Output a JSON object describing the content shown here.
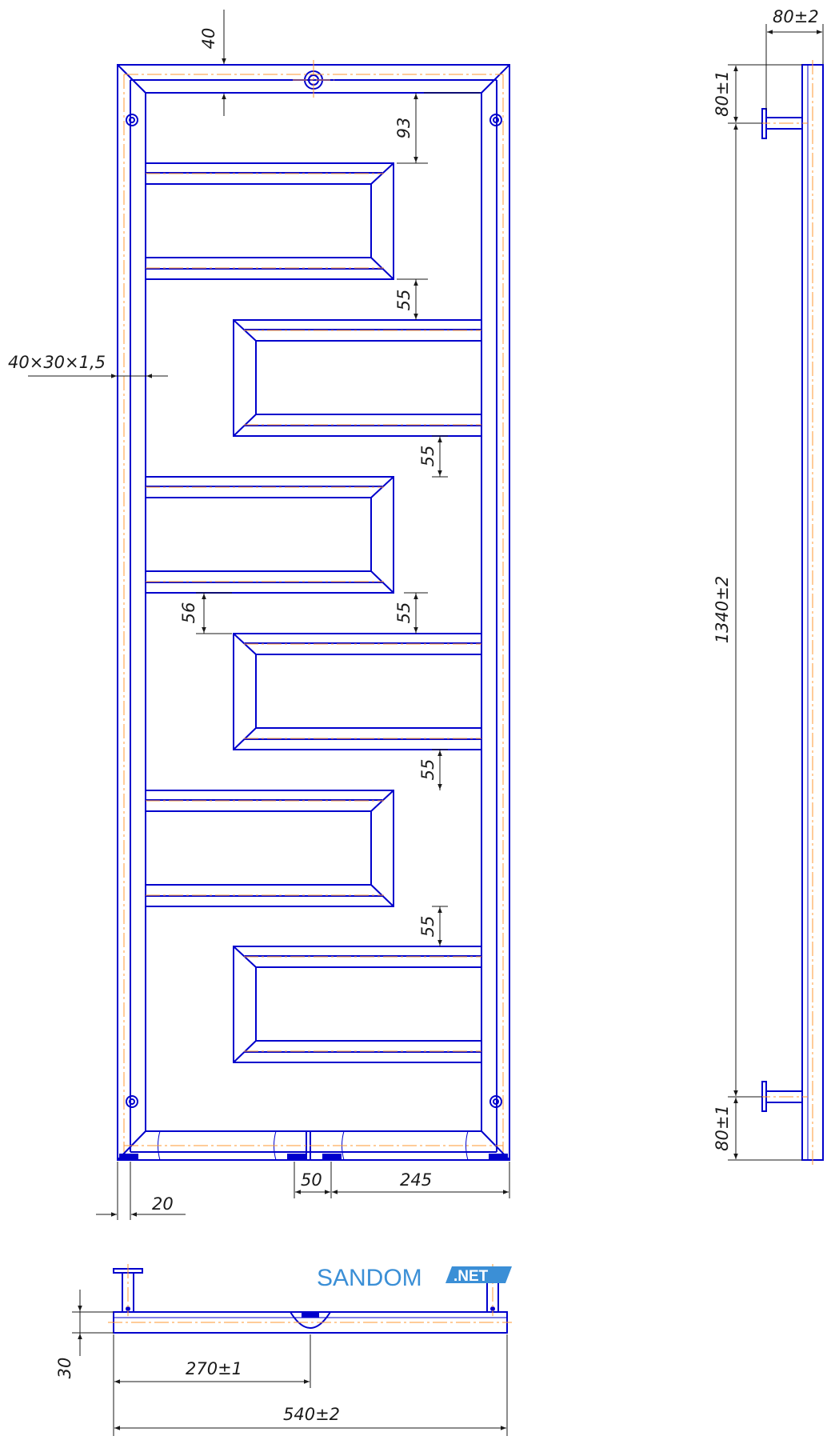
{
  "drawing": {
    "front_view": {
      "dimensions": {
        "top_frame": "40",
        "first_gap": "93",
        "profile": "40×30×1,5",
        "gaps": [
          "55",
          "55",
          "55",
          "55",
          "55"
        ],
        "left_gap": "56",
        "bottom_left": "20",
        "bottom_center": "50",
        "bottom_right": "245"
      }
    },
    "side_view": {
      "dimensions": {
        "depth": "80±2",
        "top_mount": "80±1",
        "height": "1340±2",
        "bottom_mount": "80±1"
      }
    },
    "bottom_view": {
      "dimensions": {
        "depth": "30",
        "half_width": "270±1",
        "width": "540±2"
      }
    },
    "watermark": {
      "brand": "SANDOM",
      "suffix": ".NET",
      "brand_color": "#3b8fd6"
    },
    "colors": {
      "outline": "#0000cc",
      "centerline": "#ff9933",
      "dimension": "#1a1a1a"
    }
  }
}
